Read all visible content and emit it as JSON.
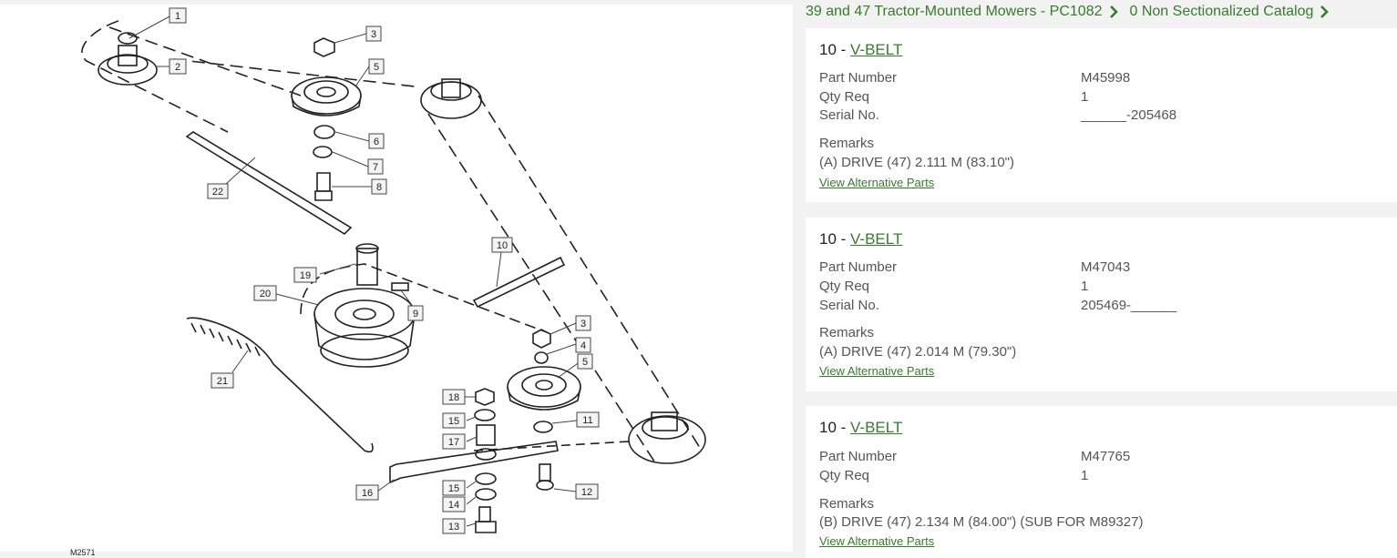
{
  "breadcrumb": {
    "items": [
      {
        "label": "39 and 47 Tractor-Mounted Mowers - PC1082"
      },
      {
        "label": "0 Non Sectionalized Catalog"
      }
    ]
  },
  "diagram": {
    "figure_id": "M2571",
    "callouts": [
      "1",
      "2",
      "3",
      "5",
      "6",
      "7",
      "8",
      "22",
      "10",
      "19",
      "20",
      "9",
      "3",
      "4",
      "5",
      "21",
      "18",
      "15",
      "17",
      "11",
      "16",
      "15",
      "14",
      "12",
      "13"
    ]
  },
  "parts": [
    {
      "number": "10 -",
      "name": "V-BELT",
      "fields": [
        {
          "label": "Part Number",
          "value": "M45998"
        },
        {
          "label": "Qty Req",
          "value": "1"
        },
        {
          "label": "Serial No.",
          "value": "______-205468"
        }
      ],
      "remarks_label": "Remarks",
      "remarks": "(A) DRIVE (47) 2.111 M (83.10\")",
      "alt_link": "View Alternative Parts"
    },
    {
      "number": "10 -",
      "name": "V-BELT",
      "fields": [
        {
          "label": "Part Number",
          "value": "M47043"
        },
        {
          "label": "Qty Req",
          "value": "1"
        },
        {
          "label": "Serial No.",
          "value": "205469-______"
        }
      ],
      "remarks_label": "Remarks",
      "remarks": "(A) DRIVE (47) 2.014 M (79.30\")",
      "alt_link": "View Alternative Parts"
    },
    {
      "number": "10 -",
      "name": "V-BELT",
      "fields": [
        {
          "label": "Part Number",
          "value": "M47765"
        },
        {
          "label": "Qty Req",
          "value": "1"
        }
      ],
      "remarks_label": "Remarks",
      "remarks": "(B) DRIVE (47) 2.134 M (84.00\") (SUB FOR M89327)",
      "alt_link": "View Alternative Parts"
    }
  ],
  "colors": {
    "accent": "#367c2b",
    "text": "#555555",
    "background": "#f2f2f2"
  },
  "icons": [
    "chevron-right-icon"
  ]
}
